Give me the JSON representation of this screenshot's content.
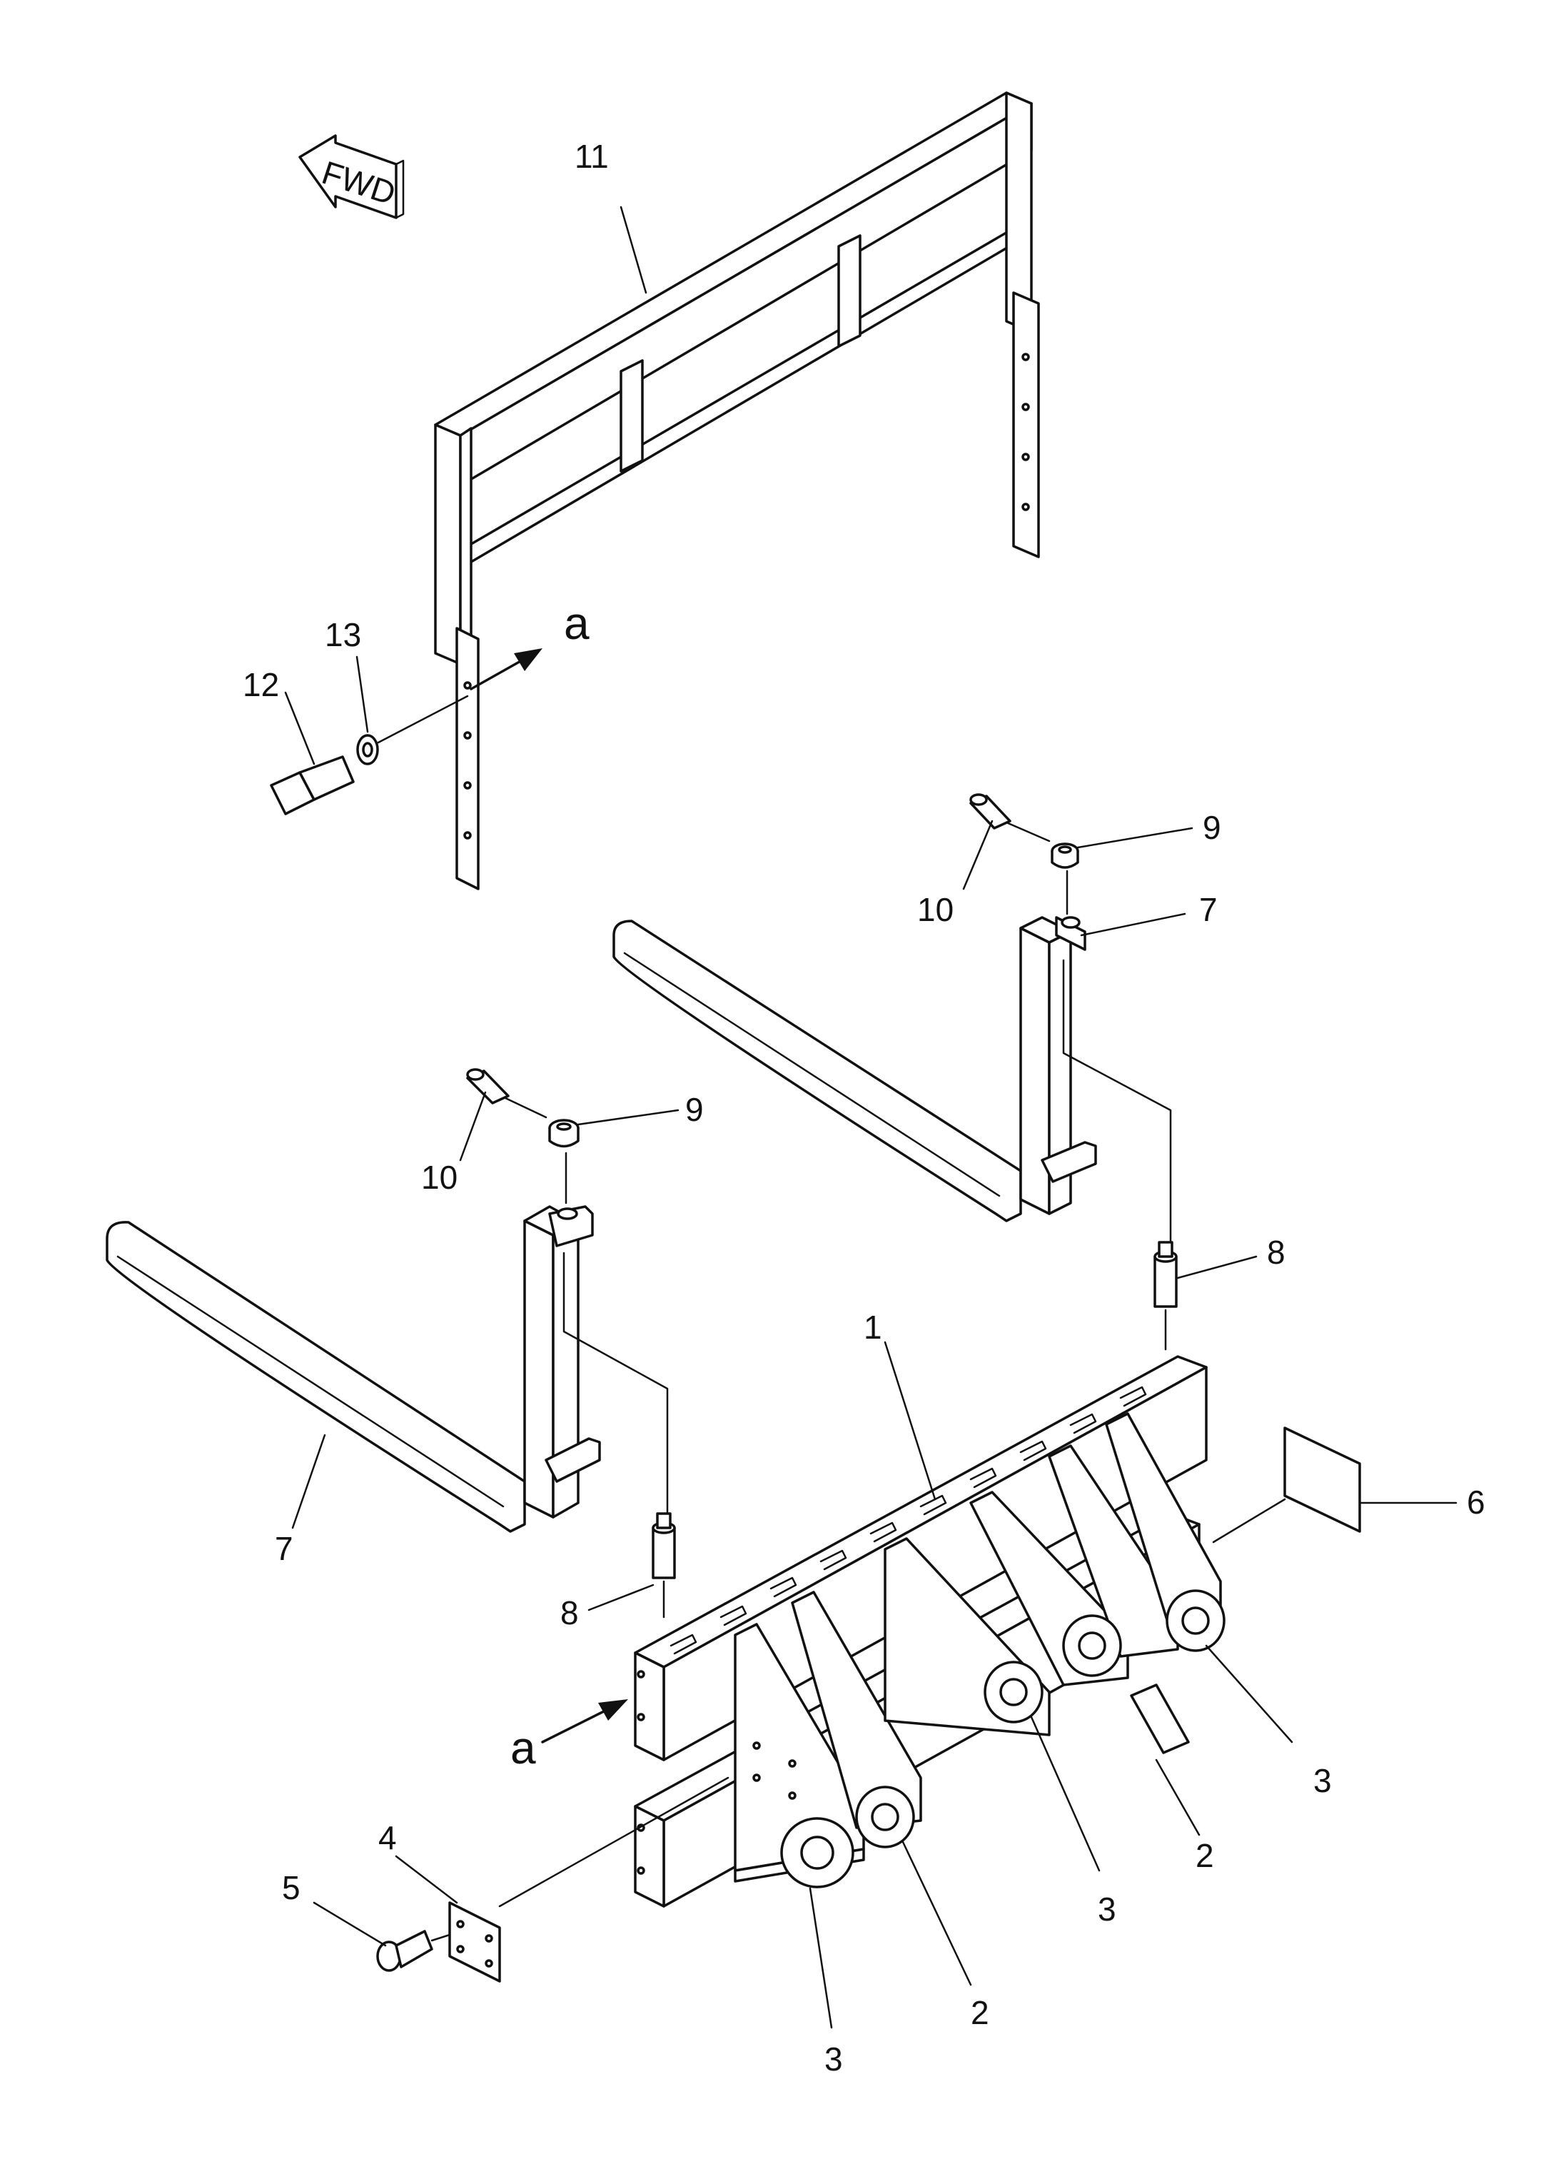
{
  "fwd_label": "FWD",
  "view_marker": "a",
  "callouts": [
    {
      "id": "c11",
      "text": "11"
    },
    {
      "id": "c13",
      "text": "13"
    },
    {
      "id": "c12",
      "text": "12"
    },
    {
      "id": "c9-top",
      "text": "9"
    },
    {
      "id": "c10-top",
      "text": "10"
    },
    {
      "id": "c7-top",
      "text": "7"
    },
    {
      "id": "c9-left",
      "text": "9"
    },
    {
      "id": "c10-left",
      "text": "10"
    },
    {
      "id": "c8-right",
      "text": "8"
    },
    {
      "id": "c1",
      "text": "1"
    },
    {
      "id": "c7-left",
      "text": "7"
    },
    {
      "id": "c6",
      "text": "6"
    },
    {
      "id": "c8-left",
      "text": "8"
    },
    {
      "id": "c3-right",
      "text": "3"
    },
    {
      "id": "c2-right",
      "text": "2"
    },
    {
      "id": "c3-mid",
      "text": "3"
    },
    {
      "id": "c4",
      "text": "4"
    },
    {
      "id": "c5",
      "text": "5"
    },
    {
      "id": "c2-left",
      "text": "2"
    },
    {
      "id": "c3-bottom",
      "text": "3"
    }
  ]
}
